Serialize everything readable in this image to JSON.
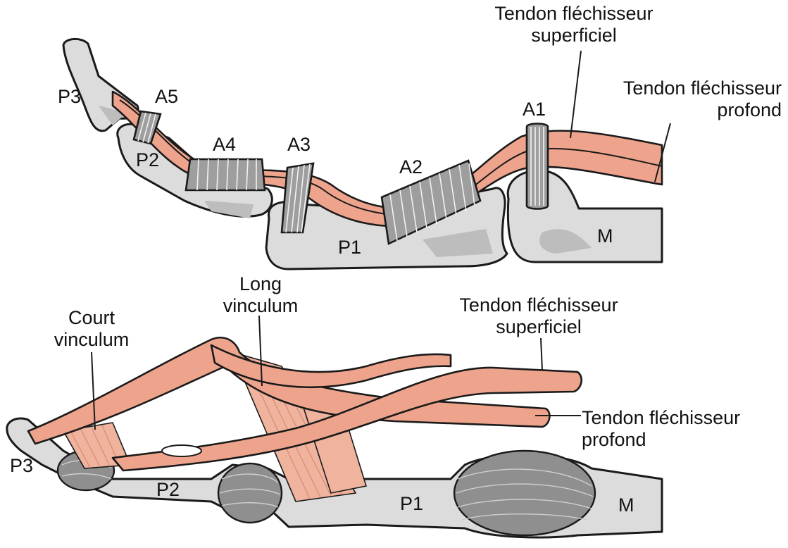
{
  "top": {
    "labels": {
      "fds": "Tendon fléchisseur\nsuperficiel",
      "fdp": "Tendon fléchisseur\nprofond",
      "p3": "P3",
      "p2": "P2",
      "p1": "P1",
      "m": "M",
      "a1": "A1",
      "a2": "A2",
      "a3": "A3",
      "a4": "A4",
      "a5": "A5"
    }
  },
  "bottom": {
    "labels": {
      "court_vinculum": "Court\nvinculum",
      "long_vinculum": "Long\nvinculum",
      "fds": "Tendon fléchisseur\nsuperficiel",
      "fdp": "Tendon fléchisseur\nprofond",
      "p3": "P3",
      "p2": "P2",
      "p1": "P1",
      "m": "M"
    }
  },
  "colors": {
    "tendon": "#eea48c",
    "bone": "#dcdcdc",
    "pulley": "#9e9e9e",
    "outline": "#1a1a1a"
  }
}
